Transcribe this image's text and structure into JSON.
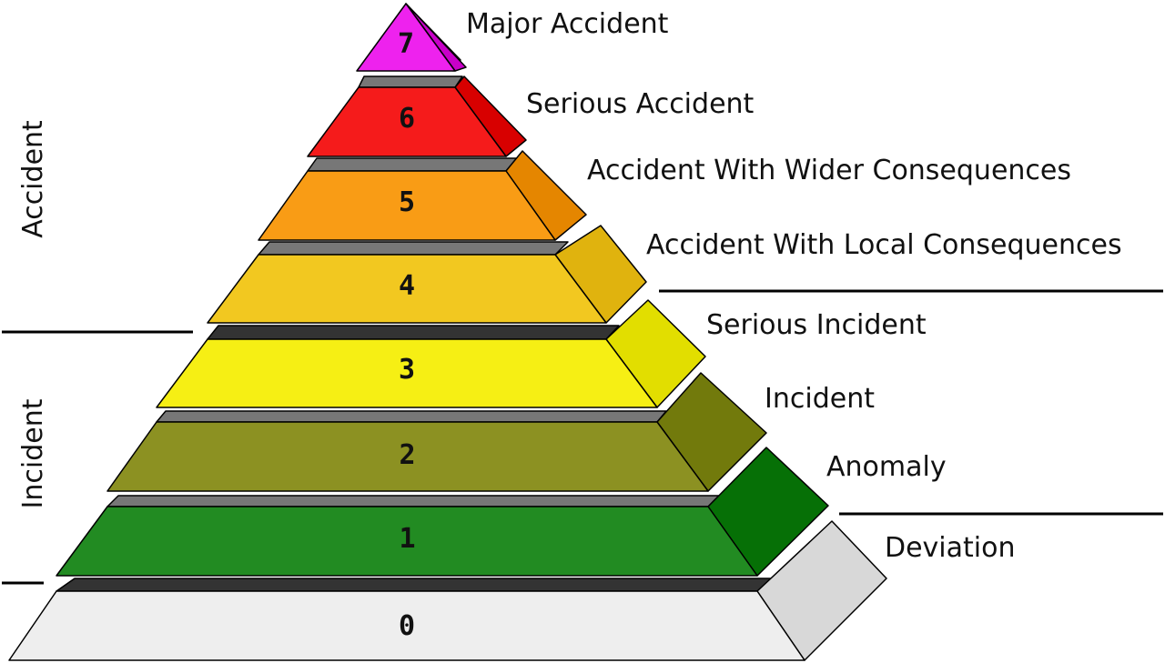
{
  "categories": [
    {
      "id": "accident",
      "label": "Accident"
    },
    {
      "id": "incident",
      "label": "Incident"
    }
  ],
  "levels": [
    {
      "level": "0",
      "name": "Deviation",
      "front": "#eeeeee",
      "side": "#d8d8d8"
    },
    {
      "level": "1",
      "name": "Anomaly",
      "front": "#228b22",
      "side": "#067006"
    },
    {
      "level": "2",
      "name": "Incident",
      "front": "#8c9122",
      "side": "#727a0c"
    },
    {
      "level": "3",
      "name": "Serious Incident",
      "front": "#f6ef14",
      "side": "#e2de00"
    },
    {
      "level": "4",
      "name": "Accident With Local Consequences",
      "front": "#f2c820",
      "side": "#e0b30e"
    },
    {
      "level": "5",
      "name": "Accident With Wider Consequences",
      "front": "#f99c15",
      "side": "#e58600"
    },
    {
      "level": "6",
      "name": "Serious Accident",
      "front": "#f51b1b",
      "side": "#d80000"
    },
    {
      "level": "7",
      "name": "Major Accident",
      "front": "#ee22ee",
      "side": "#c800c8"
    }
  ],
  "colors": {
    "gap_shadow": "#777777",
    "gap_dark": "#333333",
    "divider": "#000000"
  }
}
